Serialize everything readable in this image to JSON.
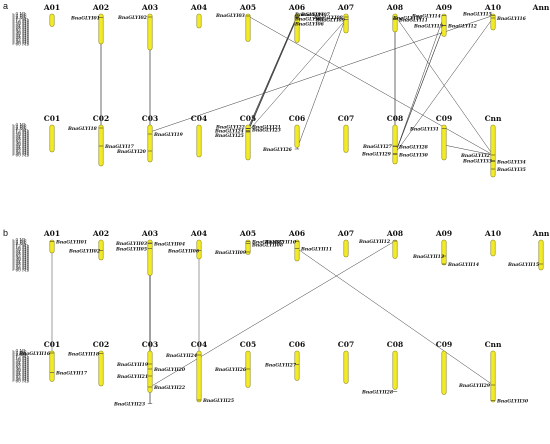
{
  "panels": [
    {
      "label": "a",
      "scale_ticks": [
        "0 Mb",
        "4 Mb",
        "8 Mb",
        "12 Mb",
        "16 Mb",
        "20 Mb",
        "24 Mb",
        "28 Mb",
        "32 Mb",
        "36 Mb",
        "40 Mb",
        "44 Mb",
        "48 Mb",
        "52 Mb",
        "56 Mb",
        "60 Mb"
      ],
      "rows": [
        {
          "chromosomes": [
            "A01",
            "A02",
            "A03",
            "A04",
            "A05",
            "A06",
            "A07",
            "A08",
            "A09",
            "A10",
            "Ann"
          ]
        },
        {
          "chromosomes": [
            "C01",
            "C02",
            "C03",
            "C04",
            "C05",
            "C06",
            "C07",
            "C08",
            "C09",
            "Cnn"
          ]
        }
      ],
      "genes": [
        "BnaGLYI01",
        "BnaGLYI02",
        "BnaGLYI03",
        "BnaGLYI04",
        "BnaGLYI05",
        "BnaGLYI06",
        "BnaGLYI07",
        "BnaGLYI08",
        "BnaGLYI09",
        "BnaGLYI10",
        "BnaGLYI11",
        "BnaGLYI12",
        "BnaGLYI13",
        "BnaGLYI14",
        "BnaGLYI15",
        "BnaGLYI16",
        "BnaGLYI17",
        "BnaGLYI18",
        "BnaGLYI19",
        "BnaGLYI20",
        "BnaGLYI21",
        "BnaGLYI22",
        "BnaGLYI23",
        "BnaGLYI24",
        "BnaGLYI25",
        "BnaGLYI26",
        "BnaGLYI27",
        "BnaGLYI28",
        "BnaGLYI29",
        "BnaGLYI30",
        "BnaGLYI31",
        "BnaGLYI32",
        "BnaGLYI33",
        "BnaGLYI34",
        "BnaGLYI35"
      ]
    },
    {
      "label": "b",
      "scale_ticks": [
        "0 Mb",
        "4 Mb",
        "8 Mb",
        "12 Mb",
        "16 Mb",
        "20 Mb",
        "24 Mb",
        "28 Mb",
        "32 Mb",
        "36 Mb",
        "40 Mb",
        "44 Mb",
        "48 Mb",
        "52 Mb",
        "56 Mb",
        "60 Mb"
      ],
      "rows": [
        {
          "chromosomes": [
            "A01",
            "A02",
            "A03",
            "A04",
            "A05",
            "A06",
            "A07",
            "A08",
            "A09",
            "A10",
            "Ann"
          ]
        },
        {
          "chromosomes": [
            "C01",
            "C02",
            "C03",
            "C04",
            "C05",
            "C06",
            "C07",
            "C08",
            "C09",
            "Cnn"
          ]
        }
      ],
      "genes": [
        "BnaGLYII01",
        "BnaGLYII02",
        "BnaGLYII03",
        "BnaGLYII04",
        "BnaGLYII05",
        "BnaGLYII06",
        "BnaGLYII07",
        "BnaGLYII08",
        "BnaGLYII09",
        "BnaGLYII10",
        "BnaGLYII11",
        "BnaGLYII12",
        "BnaGLYII13",
        "BnaGLYII14",
        "BnaGLYII15",
        "BnaGLYII16",
        "BnaGLYII17",
        "BnaGLYII18",
        "BnaGLYII19",
        "BnaGLYII20",
        "BnaGLYII21",
        "BnaGLYII22",
        "BnaGLYII23",
        "BnaGLYII24",
        "BnaGLYII25",
        "BnaGLYII26",
        "BnaGLYII27",
        "BnaGLYII28",
        "BnaGLYII29",
        "BnaGLYII30"
      ]
    }
  ]
}
